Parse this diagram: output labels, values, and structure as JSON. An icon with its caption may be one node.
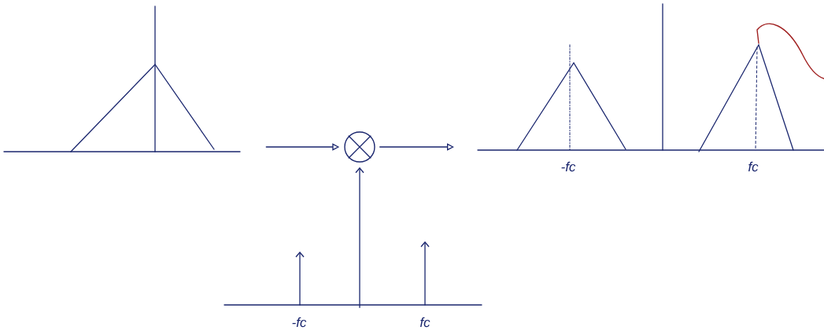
{
  "diagram": {
    "nodes": [
      {
        "text": [],
        "shape": "picture"
      },
      {
        "text": [],
        "shape": "circle"
      },
      {
        "text": [],
        "shape": "picture",
        "beside": [
          "-fc",
          "fc"
        ]
      },
      {
        "text": [],
        "shape": "picture",
        "beside": [
          "-fc",
          "fc"
        ]
      }
    ],
    "edges": [
      {
        "from": 0,
        "to": 1,
        "arrow": "to"
      },
      {
        "from": 1,
        "to": 2,
        "arrow": "to"
      },
      {
        "from": 3,
        "to": 1,
        "arrow": "to"
      }
    ]
  }
}
